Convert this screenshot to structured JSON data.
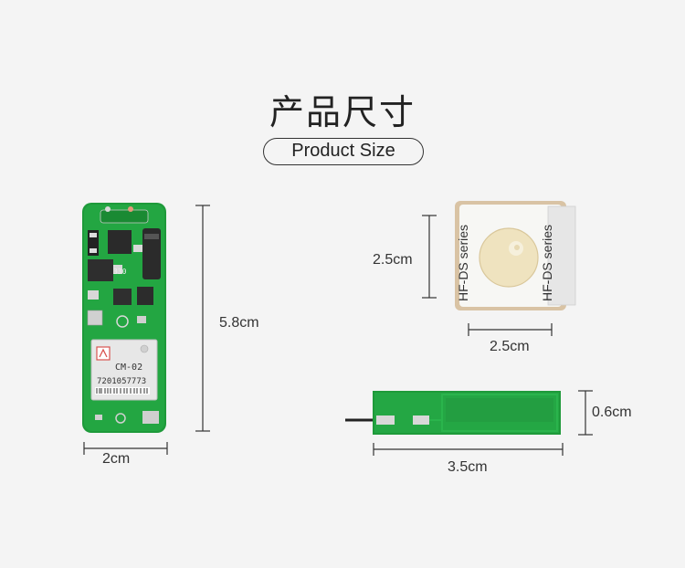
{
  "header": {
    "title_cn": "产品尺寸",
    "subtitle": "Product Size"
  },
  "module": {
    "chip_label": "CM-02",
    "chip_serial": "7201057773",
    "inductor_label": "330",
    "height_label": "5.8cm",
    "width_label": "2cm"
  },
  "patch_antenna": {
    "height_label": "2.5cm",
    "width_label": "2.5cm",
    "sticker_text": "HF-DS series"
  },
  "pcb_antenna": {
    "height_label": "0.6cm",
    "width_label": "3.5cm"
  },
  "colors": {
    "pcb_green": "#1f9a3a",
    "background": "#f4f4f4",
    "copper": "#d8c4a6"
  }
}
